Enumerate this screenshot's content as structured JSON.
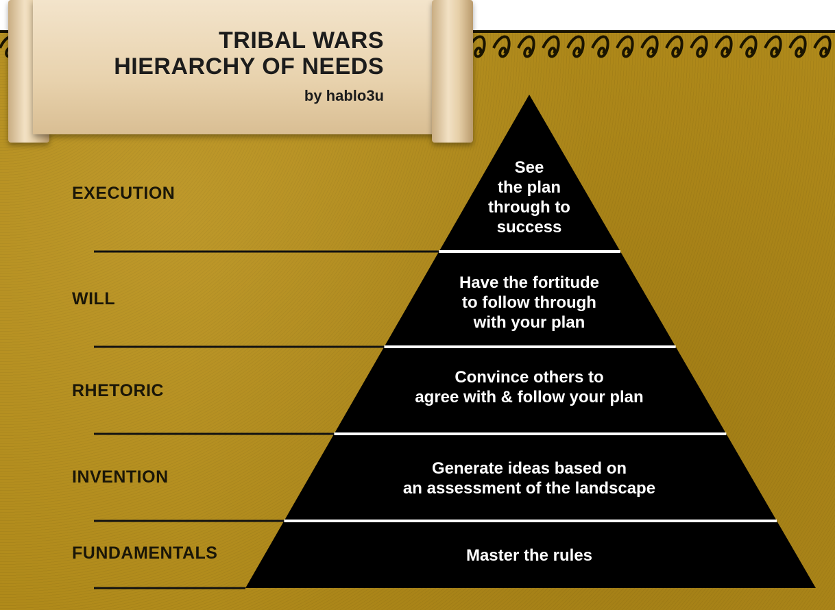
{
  "title": {
    "line1": "TRIBAL WARS",
    "line2": "HIERARCHY OF NEEDS",
    "byline": "by hablo3u"
  },
  "levels": [
    {
      "label": "EXECUTION",
      "description": "See\nthe plan\nthrough to\nsuccess"
    },
    {
      "label": "WILL",
      "description": "Have the fortitude\nto follow through\nwith your plan"
    },
    {
      "label": "RHETORIC",
      "description": "Convince others to\nagree with & follow your plan"
    },
    {
      "label": "INVENTION",
      "description": "Generate ideas based on\nan assessment of the landscape"
    },
    {
      "label": "FUNDAMENTALS",
      "description": "Master the rules"
    }
  ],
  "colors": {
    "background": "#b08a1a",
    "pyramid": "#000000",
    "tier_divider": "#ffffff",
    "label_text": "#1a1608",
    "scroll": "#ecd8b5"
  }
}
